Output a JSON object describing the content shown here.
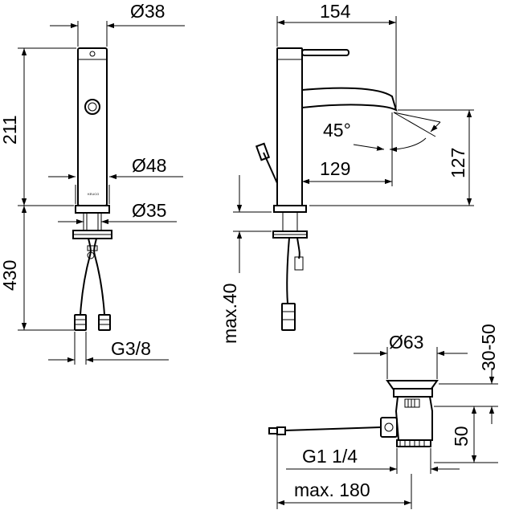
{
  "dimensions": {
    "top_diameter": "Ø38",
    "spout_reach": "154",
    "body_height": "211",
    "base_diameter": "Ø48",
    "fixing_diameter": "Ø35",
    "hose_length": "430",
    "hose_thread": "G3/8",
    "spout_angle": "45°",
    "spout_height": "127",
    "spout_projection": "129",
    "max_deck": "max.40",
    "waste_diameter": "Ø63",
    "waste_range": "30-50",
    "waste_height": "50",
    "waste_thread": "G1 1/4",
    "max_rod": "max. 180"
  },
  "logo_text": "KEUCO"
}
